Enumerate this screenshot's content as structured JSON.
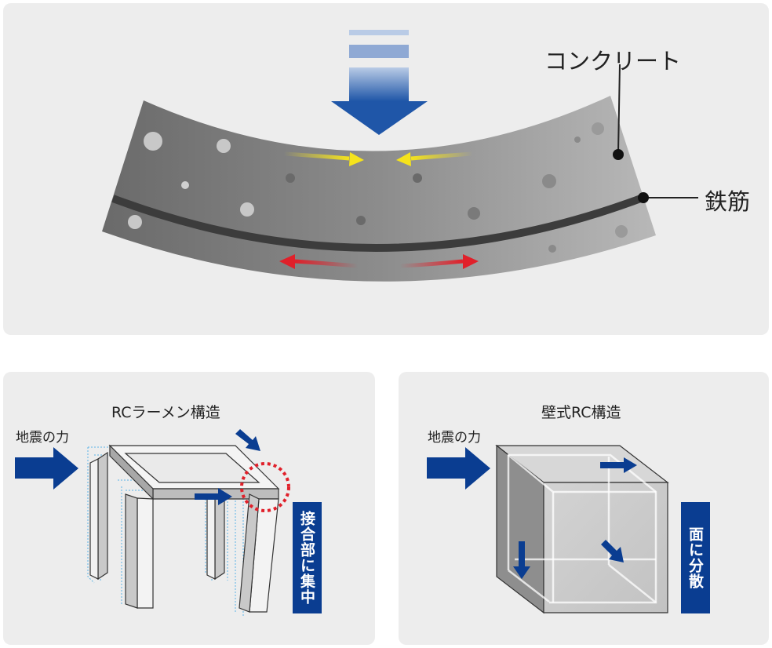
{
  "top_panel": {
    "concrete_label": "コンクリート",
    "rebar_label": "鉄筋"
  },
  "rahmen_panel": {
    "title": "RCラーメン構造",
    "force_label": "地震の力",
    "callout": "接合部に集中"
  },
  "wall_panel": {
    "title": "壁式RC構造",
    "force_label": "地震の力",
    "callout": "面に分散"
  },
  "colors": {
    "load_arrow": "#1f56a8",
    "compression_arrow": "#f5e31c",
    "tension_arrow": "#e0202a",
    "callout_bg": "#0a3d91",
    "highlight_circle": "#e0202a"
  }
}
